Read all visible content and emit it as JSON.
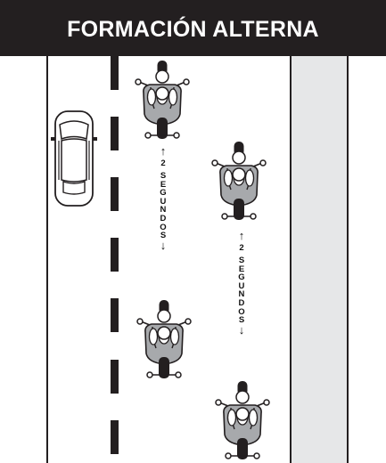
{
  "title": "FORMACIÓN ALTERNA",
  "gap_labels": [
    {
      "number": "2",
      "unit": "SEGUNDOS"
    },
    {
      "number": "2",
      "unit": "SEGUNDOS"
    }
  ],
  "colors": {
    "title_bar": "#231f20",
    "title_text": "#ffffff",
    "shoulder": "#e6e7e8",
    "lines": "#231f20",
    "rider_gray": "#a7a9ac"
  }
}
